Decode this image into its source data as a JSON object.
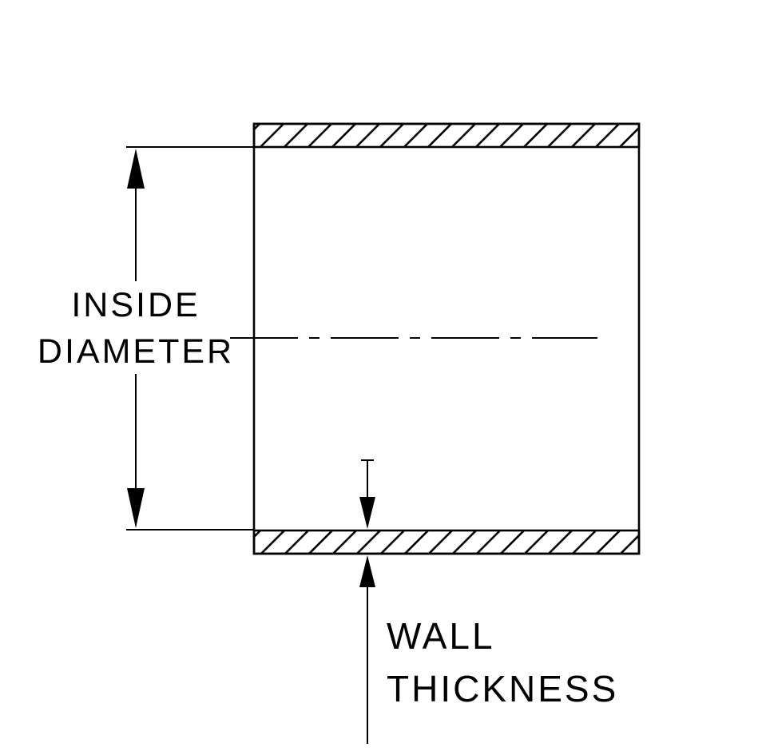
{
  "diagram": {
    "labels": {
      "dimension_left_line1": "INSIDE",
      "dimension_left_line2": "DIAMETER",
      "dimension_bottom_line1": "WALL",
      "dimension_bottom_line2": "THICKNESS"
    },
    "colors": {
      "line": "#000000",
      "background": "#ffffff"
    }
  }
}
